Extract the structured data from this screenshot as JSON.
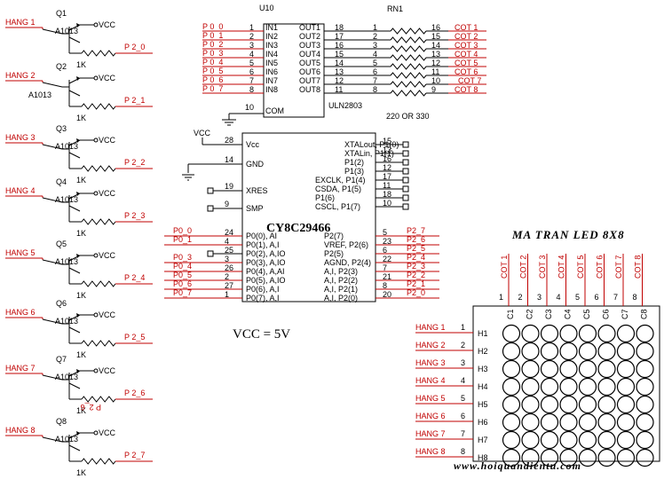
{
  "transistor_rows": [
    {
      "hang": "HANG 1",
      "q": "Q1",
      "part": "A1013",
      "vcc": "VCC",
      "port": "P 2_0",
      "res": "1K"
    },
    {
      "hang": "HANG 2",
      "q": "Q2",
      "part": "A1013",
      "vcc": "VCC",
      "port": "P 2_1",
      "res": "1K"
    },
    {
      "hang": "HANG 3",
      "q": "Q3",
      "part": "A1013",
      "vcc": "VCC",
      "port": "P 2_2",
      "res": "1K"
    },
    {
      "hang": "HANG 4",
      "q": "Q4",
      "part": "A1013",
      "vcc": "VCC",
      "port": "P 2_3",
      "res": "1K"
    },
    {
      "hang": "HANG 5",
      "q": "Q5",
      "part": "A1013",
      "vcc": "VCC",
      "port": "P 2_4",
      "res": "1K"
    },
    {
      "hang": "HANG 6",
      "q": "Q6",
      "part": "A1013",
      "vcc": "VCC",
      "port": "P 2_5",
      "res": "1K"
    },
    {
      "hang": "HANG 7",
      "q": "Q7",
      "part": "A1013",
      "vcc": "VCC",
      "port": "P 2_6",
      "res": "1K"
    },
    {
      "hang": "HANG 8",
      "q": "Q8",
      "part": "A1013",
      "vcc": "VCC",
      "port": "P 2_7",
      "res": "1K"
    }
  ],
  "stray_label": "P 2_6",
  "uln": {
    "ref": "U10",
    "part": "ULN2803",
    "in_nets": [
      "P 0_0",
      "P 0_1",
      "P 0_2",
      "P 0_3",
      "P 0_4",
      "P 0_5",
      "P 0_6",
      "P 0_7"
    ],
    "in_pins": [
      "1",
      "2",
      "3",
      "4",
      "5",
      "6",
      "7",
      "8"
    ],
    "in_names": [
      "IN1",
      "IN2",
      "IN3",
      "IN4",
      "IN5",
      "IN6",
      "IN7",
      "IN8"
    ],
    "out_names": [
      "OUT1",
      "OUT2",
      "OUT3",
      "OUT4",
      "OUT5",
      "OUT6",
      "OUT7",
      "OUT8"
    ],
    "out_pins": [
      "18",
      "17",
      "16",
      "15",
      "14",
      "13",
      "12",
      "11"
    ],
    "com_pin": "10",
    "com_name": "COM"
  },
  "rn": {
    "ref": "RN1",
    "value": "220 OR 330",
    "left_pins": [
      "1",
      "2",
      "3",
      "4",
      "5",
      "6",
      "7",
      "8"
    ],
    "right_pins": [
      "16",
      "15",
      "14",
      "13",
      "12",
      "11",
      "10",
      "9"
    ],
    "cots": [
      "COT 1",
      "COT 2",
      "COT 3",
      "COT 4",
      "COT 5",
      "COT 6",
      "COT 7",
      "COT 8"
    ]
  },
  "mcu": {
    "part": "CY8C29466",
    "vcc_net": "VCC",
    "left_top": [
      {
        "pin": "28",
        "name": "Vcc"
      },
      {
        "pin": "14",
        "name": "GND"
      },
      {
        "pin": "19",
        "name": "XRES"
      },
      {
        "pin": "9",
        "name": "SMP"
      }
    ],
    "left_ports": [
      {
        "net": "P0_0",
        "pin": "24",
        "name": "P0(0), AI"
      },
      {
        "net": "P0_1",
        "pin": "4",
        "name": "P0(1), A,I"
      },
      {
        "net": "",
        "pin": "25",
        "name": "P0(2), A,IO"
      },
      {
        "net": "P0_3",
        "pin": "3",
        "name": "P0(3), A,IO"
      },
      {
        "net": "P0_4",
        "pin": "26",
        "name": "P0(4), A,AI"
      },
      {
        "net": "P0_5",
        "pin": "2",
        "name": "P0(5), A,IO"
      },
      {
        "net": "P0_6",
        "pin": "27",
        "name": "P0(6), A,I"
      },
      {
        "net": "P0_7",
        "pin": "1",
        "name": "P0(7), A,I"
      }
    ],
    "right_top": [
      {
        "pin": "15",
        "name": "XTALout, P1(0)"
      },
      {
        "pin": "13",
        "name": "XTALin, P1(1)"
      },
      {
        "pin": "16",
        "name": "P1(2)"
      },
      {
        "pin": "12",
        "name": "P1(3)"
      },
      {
        "pin": "17",
        "name": "EXCLK, P1(4)"
      },
      {
        "pin": "11",
        "name": "CSDA, P1(5)"
      },
      {
        "pin": "18",
        "name": "P1(6)"
      },
      {
        "pin": "10",
        "name": "CSCL, P1(7)"
      }
    ],
    "right_ports": [
      {
        "pin": "5",
        "name": "P2(7)",
        "net": "P2_7"
      },
      {
        "pin": "23",
        "name": "VREF, P2(6)",
        "net": "P2_6"
      },
      {
        "pin": "6",
        "name": "P2(5)",
        "net": "P2_5"
      },
      {
        "pin": "22",
        "name": "AGND, P2(4)",
        "net": "P2_4"
      },
      {
        "pin": "7",
        "name": "A,I, P2(3)",
        "net": "P2_3"
      },
      {
        "pin": "21",
        "name": "A,I, P2(2)",
        "net": "P2_2"
      },
      {
        "pin": "8",
        "name": "A,I, P2(1)",
        "net": "P2_1"
      },
      {
        "pin": "20",
        "name": "A,I, P2(0)",
        "net": "P2_0"
      }
    ]
  },
  "vcc_text": "VCC  =  5V",
  "matrix": {
    "title": "MA  TRAN  LED  8X8",
    "cols": [
      "COT 1",
      "COT 2",
      "COT 3",
      "COT 4",
      "COT 5",
      "COT 6",
      "COT 7",
      "COT 8"
    ],
    "col_pins": [
      "1",
      "2",
      "3",
      "4",
      "5",
      "6",
      "7",
      "8"
    ],
    "col_names": [
      "C1",
      "C2",
      "C3",
      "C4",
      "C5",
      "C6",
      "C7",
      "C8"
    ],
    "rows": [
      "HANG 1",
      "HANG 2",
      "HANG 3",
      "HANG 4",
      "HANG 5",
      "HANG 6",
      "HANG 7",
      "HANG 8"
    ],
    "row_pins": [
      "1",
      "2",
      "3",
      "4",
      "5",
      "6",
      "7",
      "8"
    ],
    "row_names": [
      "H1",
      "H2",
      "H3",
      "H4",
      "H5",
      "H6",
      "H7",
      "H8"
    ]
  },
  "website": "www.hoiquandientu.com"
}
